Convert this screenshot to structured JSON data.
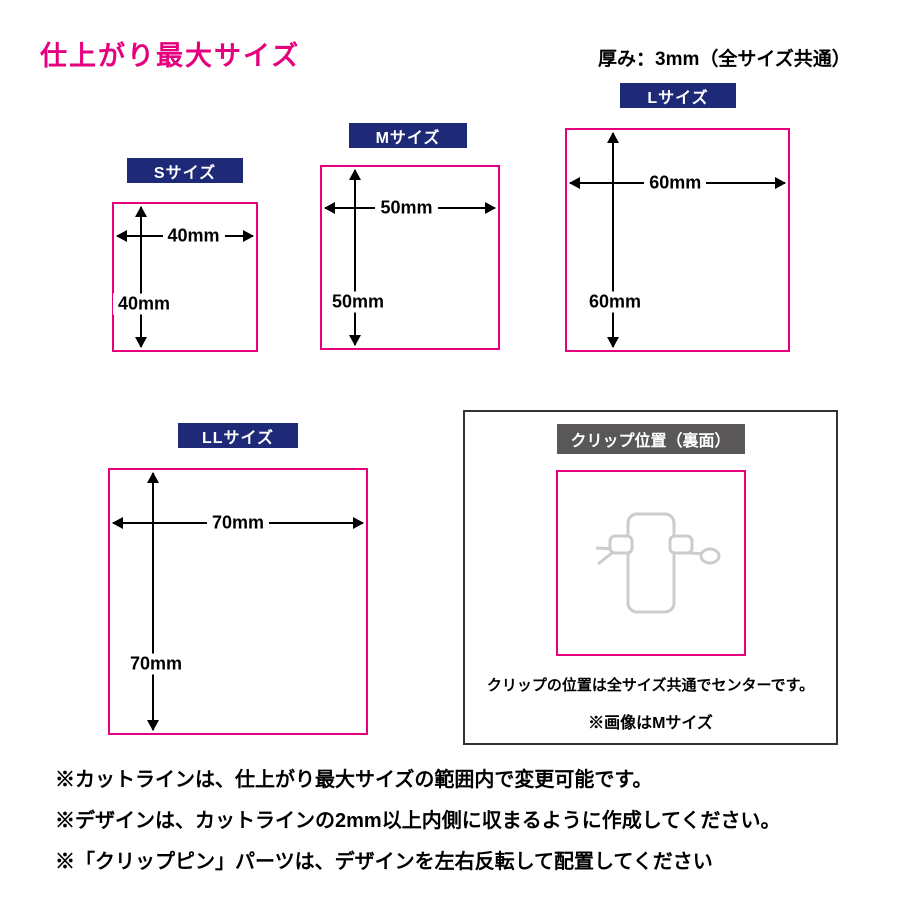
{
  "page": {
    "title": "仕上がり最大サイズ",
    "thickness_note": "厚み：3mm（全サイズ共通）"
  },
  "sizes": {
    "s": {
      "label": "Sサイズ",
      "width": "40mm",
      "height": "40mm"
    },
    "m": {
      "label": "Mサイズ",
      "width": "50mm",
      "height": "50mm"
    },
    "l": {
      "label": "Lサイズ",
      "width": "60mm",
      "height": "60mm"
    },
    "ll": {
      "label": "LLサイズ",
      "width": "70mm",
      "height": "70mm"
    }
  },
  "clip_panel": {
    "label": "クリップ位置（裏面）",
    "caption": "クリップの位置は全サイズ共通でセンターです。",
    "note": "※画像はMサイズ"
  },
  "notes": [
    "※カットラインは、仕上がり最大サイズの範囲内で変更可能です。",
    "※デザインは、カットラインの2mm以上内側に収まるように作成してください。",
    "※「クリップピン」パーツは、デザインを左右反転して配置してください"
  ],
  "colors": {
    "accent_magenta": "#e6007e",
    "label_navy": "#1e2a78",
    "clip_label_gray": "#595757",
    "clip_illustration_gray": "#cccccc"
  }
}
